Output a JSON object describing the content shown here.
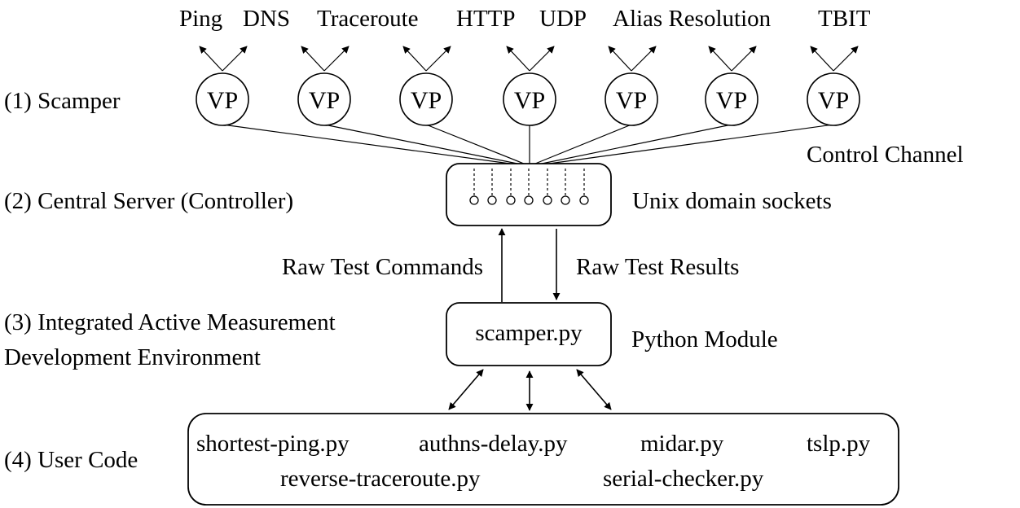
{
  "layers": {
    "scamper": "(1) Scamper",
    "central": "(2) Central Server (Controller)",
    "iamde_line1": "(3) Integrated Active Measurement",
    "iamde_line2": "Development Environment",
    "user_code": "(4) User Code"
  },
  "measurements": [
    "Ping",
    "DNS",
    "Traceroute",
    "HTTP",
    "UDP",
    "Alias Resolution",
    "TBIT"
  ],
  "vp_label": "VP",
  "vp_count": 7,
  "labels": {
    "control_channel": "Control Channel",
    "unix_sockets": "Unix domain sockets",
    "raw_commands": "Raw Test Commands",
    "raw_results": "Raw Test Results",
    "python_module": "Python Module",
    "scamper_py": "scamper.py"
  },
  "user_scripts": {
    "row1": [
      "shortest-ping.py",
      "authns-delay.py",
      "midar.py",
      "tslp.py"
    ],
    "row2": [
      "reverse-traceroute.py",
      "serial-checker.py"
    ]
  }
}
